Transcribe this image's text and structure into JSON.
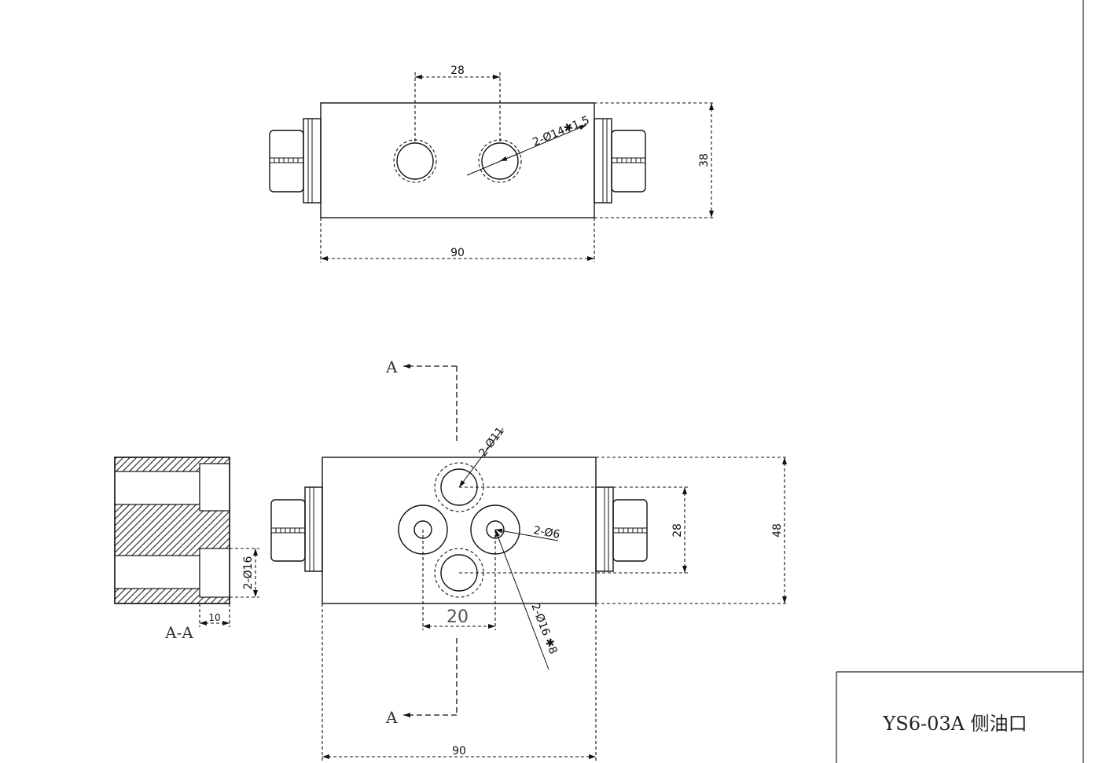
{
  "top_view": {
    "dim_port_spacing": "28",
    "dim_height": "38",
    "dim_width": "90",
    "port_callout": "2-Ø14✱1.5"
  },
  "front_view": {
    "section_mark_top": "A",
    "section_mark_bottom": "A",
    "callout_small_ports": "2-Ø11",
    "callout_center_hole": "2-Ø6",
    "callout_large_ports": "2-Ø16 ✱8",
    "dim_inner_spacing": "28",
    "dim_height": "48",
    "dim_horizontal_spacing": "20",
    "dim_width": "90"
  },
  "section_view": {
    "label": "A-A",
    "dim_bore_dia": "2-Ø16",
    "dim_counterbore_depth": "10"
  },
  "title_block": {
    "text": "YS6-03A 侧油口"
  }
}
